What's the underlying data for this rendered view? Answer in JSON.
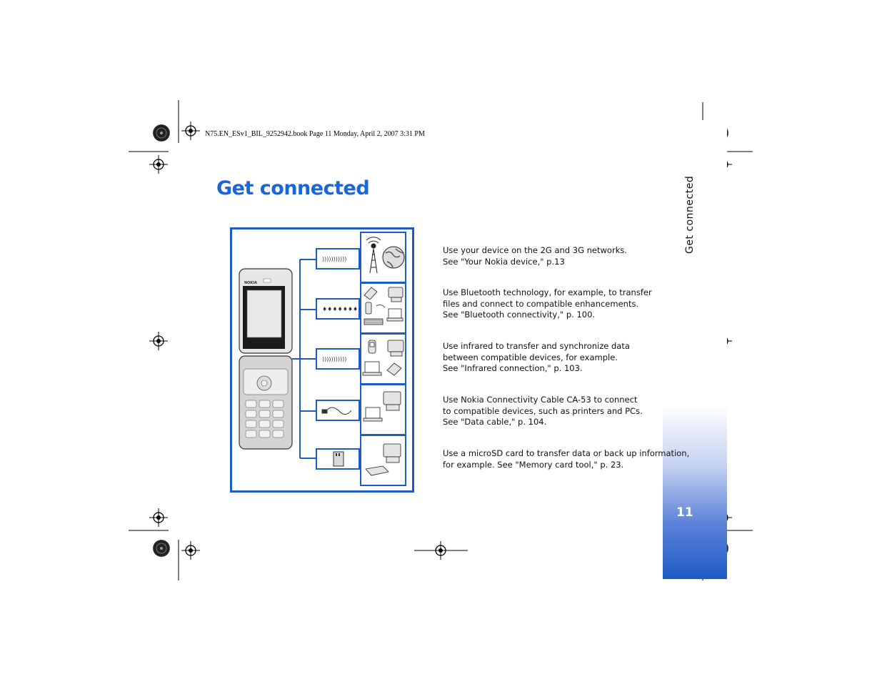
{
  "print_header": "N75.EN_ESv1_BIL_9252942.book  Page 11  Monday, April 2, 2007  3:31 PM",
  "title": "Get connected",
  "side_tab": {
    "label": "Get connected",
    "page_number": "11"
  },
  "phone_brand": "NOKIA",
  "connections": [
    {
      "lines": [
        "Use your device on the 2G and 3G networks.",
        "See \"Your Nokia device,\" p.13"
      ]
    },
    {
      "lines": [
        "Use Bluetooth technology, for example, to transfer",
        "files and connect to compatible enhancements.",
        "See \"Bluetooth connectivity,\" p. 100."
      ]
    },
    {
      "lines": [
        "Use infrared to transfer and synchronize data",
        "between compatible devices, for example.",
        "See \"Infrared connection,\" p. 103."
      ]
    },
    {
      "lines": [
        "Use Nokia Connectivity Cable CA-53 to connect",
        "to compatible devices, such as printers and PCs.",
        "See \"Data cable,\" p. 104."
      ]
    },
    {
      "lines": [
        "Use a microSD card to transfer data or back up information,",
        "for example. See \"Memory card tool,\" p. 23."
      ]
    }
  ],
  "colors": {
    "accent": "#1a66d6",
    "frame": "#1f5bc7"
  }
}
